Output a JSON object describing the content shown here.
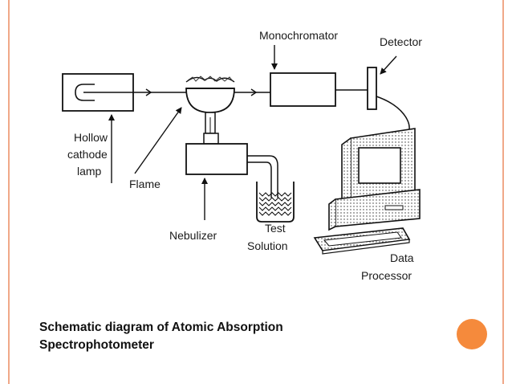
{
  "diagram": {
    "labels": {
      "monochromator": "Monochromator",
      "detector": "Detector",
      "hollow_line1": "Hollow",
      "hollow_line2": "cathode",
      "hollow_line3": "lamp",
      "flame": "Flame",
      "nebulizer": "Nebulizer",
      "test_line1": "Test",
      "test_line2": "Solution",
      "data_line1": "Data",
      "data_line2": "Processor"
    }
  },
  "caption": {
    "line1": "Schematic diagram of Atomic Absorption",
    "line2": "Spectrophotometer"
  },
  "colors": {
    "accent_circle": "#f58a3c",
    "slide_border": "#f0a888"
  }
}
